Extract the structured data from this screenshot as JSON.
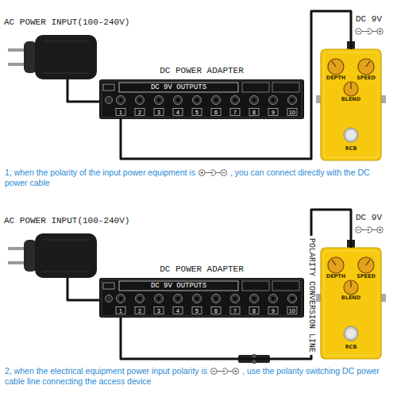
{
  "diagram": {
    "nodes": [
      {
        "text": [
          "AC POWER INPUT(100-240V)"
        ]
      },
      {
        "text": [
          "DC POWER ADAPTER",
          "DC 9V OUTPUTS",
          "1",
          "2",
          "3",
          "4",
          "5",
          "6",
          "7",
          "8",
          "9",
          "10"
        ]
      },
      {
        "text": [
          "DEPTH",
          "SPEED",
          "BLEND",
          "RCB"
        ]
      },
      {
        "text": [
          "AC POWER INPUT(100-240V)"
        ]
      },
      {
        "text": [
          "DC POWER ADAPTER",
          "DC 9V OUTPUTS",
          "1",
          "2",
          "3",
          "4",
          "5",
          "6",
          "7",
          "8",
          "9",
          "10"
        ]
      },
      {
        "text": [
          "DEPTH",
          "SPEED",
          "BLEND",
          "RCB"
        ]
      }
    ],
    "edges": [
      {
        "from": 0,
        "to": 1,
        "arrow": "none"
      },
      {
        "from": 1,
        "to": 2,
        "arrow": "none"
      },
      {
        "from": 3,
        "to": 4,
        "arrow": "none"
      },
      {
        "from": 4,
        "to": 5,
        "label": "POLARITY CONVERSION LINE",
        "arrow": "none"
      }
    ],
    "labels": [
      "DC 9V",
      "1, when the polarity of the input power equipment is",
      ", you can connect directly with the DC power cable",
      "DC 9V",
      "2, when the electrical equipment power input polarity is",
      ", use the polarity switching DC power cable line connecting the access device"
    ]
  }
}
